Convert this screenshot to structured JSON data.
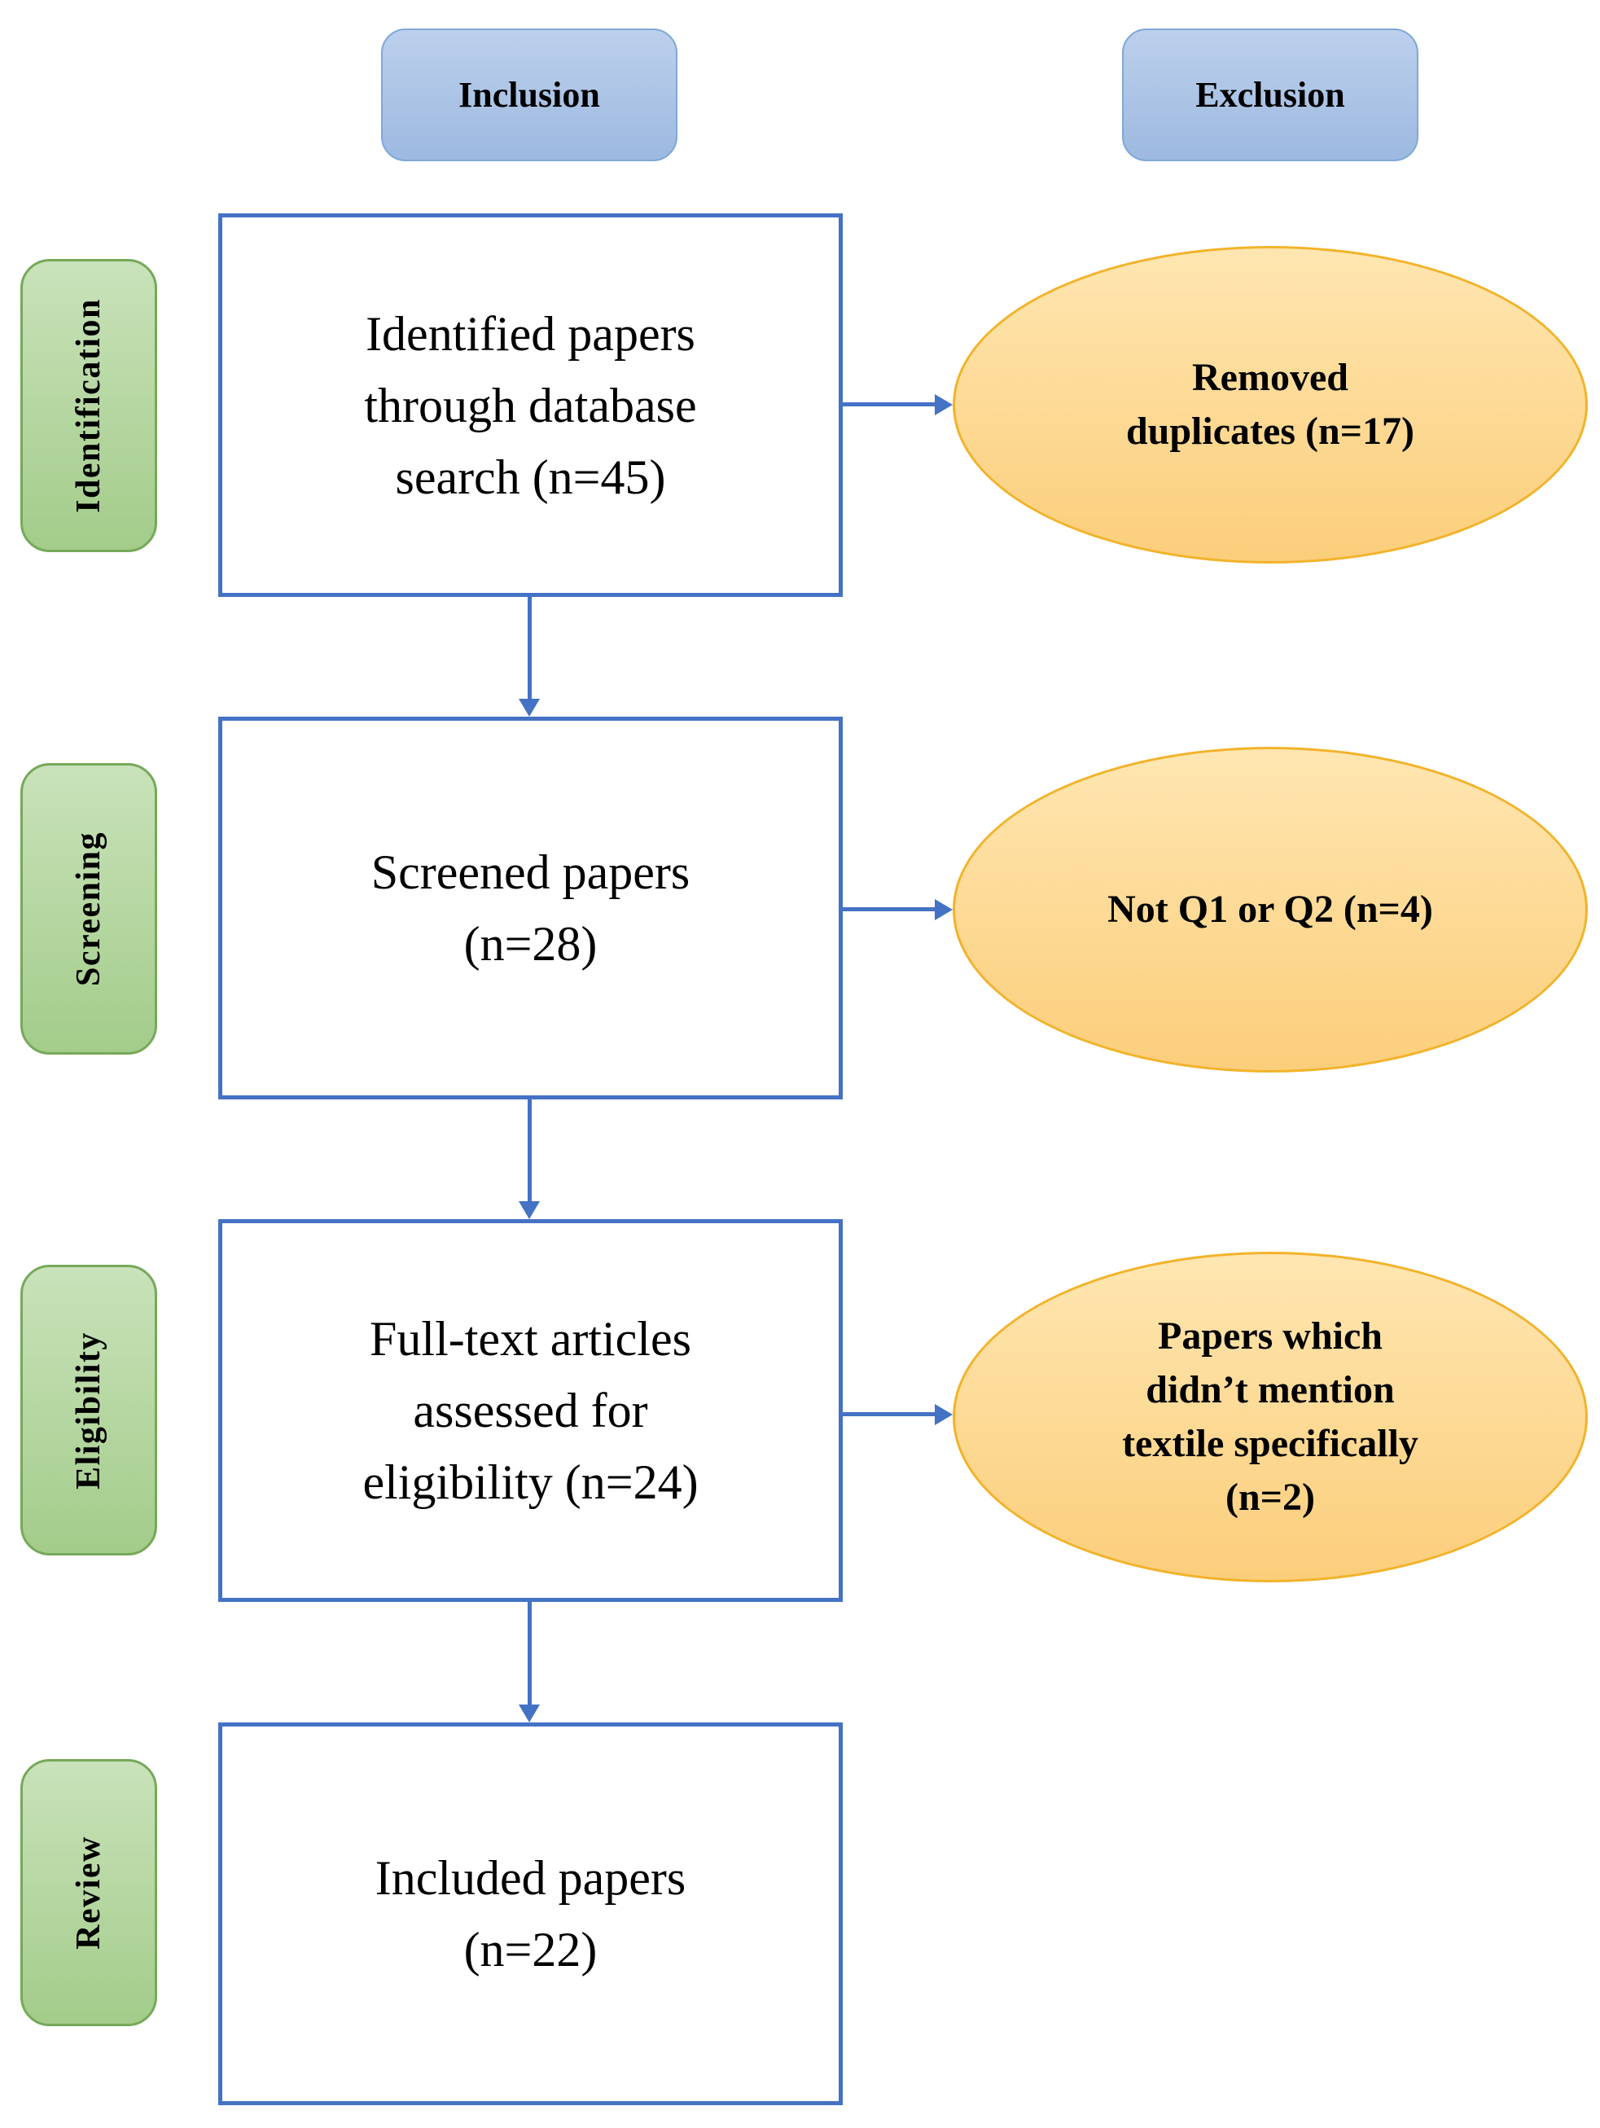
{
  "diagram": {
    "headers": [
      {
        "id": "inclusion",
        "label": "Inclusion"
      },
      {
        "id": "exclusion",
        "label": "Exclusion"
      }
    ],
    "stages": [
      {
        "label": "Identification"
      },
      {
        "label": "Screening"
      },
      {
        "label": "Eligibility"
      },
      {
        "label": "Review"
      }
    ],
    "boxes": [
      {
        "text": "Identified papers\nthrough database\nsearch (n=45)",
        "n": 45
      },
      {
        "text": "Screened papers\n(n=28)",
        "n": 28
      },
      {
        "text": "Full-text articles\nassessed for\neligibility (n=24)",
        "n": 24
      },
      {
        "text": "Included papers\n(n=22)",
        "n": 22
      }
    ],
    "exclusions": [
      {
        "text": "Removed\nduplicates (n=17)",
        "n": 17
      },
      {
        "text": "Not Q1 or Q2 (n=4)",
        "n": 4
      },
      {
        "text": "Papers which\ndidn’t mention\ntextile specifically\n(n=2)",
        "n": 2
      }
    ]
  },
  "colors": {
    "arrow_blue": "#4472c4",
    "box_border_blue": "#4472c4",
    "header_fill_top": "#bcd0ec",
    "header_fill_bottom": "#9db9e0",
    "header_border": "#7fa8d9",
    "stage_fill_top": "#c9e2ba",
    "stage_fill_bottom": "#a3cc8a",
    "stage_border": "#76a95a",
    "ellipse_fill_top": "#ffe6b1",
    "ellipse_fill_bottom": "#fbce7b",
    "ellipse_border": "#f2b32a",
    "text_color": "#000000"
  }
}
